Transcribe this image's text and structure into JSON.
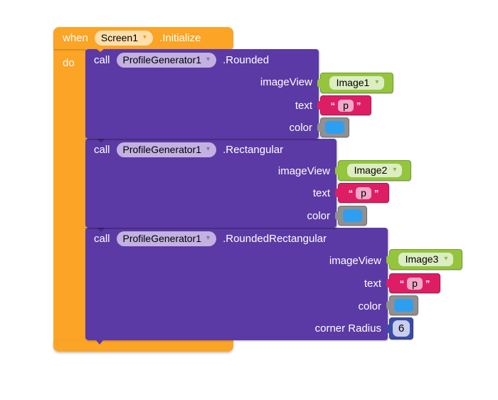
{
  "colors": {
    "event_orange": "#FBA426",
    "call_purple": "#5B3AA5",
    "component_green": "#94C53D",
    "text_magenta": "#DE1E64",
    "color_gray": "#909090",
    "number_blue": "#3A4CA8",
    "swatch_blue": "#2E9FF0",
    "orange_dropdown_bg": "#FEDFAC",
    "purple_dropdown_bg": "#C3B1E1",
    "green_dropdown_bg": "#DCEDC2"
  },
  "event_block": {
    "when_label": "when",
    "screen_dropdown": "Screen1",
    "event_name": ".Initialize",
    "do_label": "do"
  },
  "calls": [
    {
      "call_label": "call",
      "component": "ProfileGenerator1",
      "method": ".Rounded",
      "params": [
        {
          "label": "imageView",
          "type": "component_dropdown",
          "value": "Image1"
        },
        {
          "label": "text",
          "type": "string",
          "open_quote": "“",
          "value": "p",
          "close_quote": "”"
        },
        {
          "label": "color",
          "type": "color_swatch"
        }
      ]
    },
    {
      "call_label": "call",
      "component": "ProfileGenerator1",
      "method": ".Rectangular",
      "params": [
        {
          "label": "imageView",
          "type": "component_dropdown",
          "value": "Image2"
        },
        {
          "label": "text",
          "type": "string",
          "open_quote": "“",
          "value": "p",
          "close_quote": "”"
        },
        {
          "label": "color",
          "type": "color_swatch"
        }
      ]
    },
    {
      "call_label": "call",
      "component": "ProfileGenerator1",
      "method": ".RoundedRectangular",
      "params": [
        {
          "label": "imageView",
          "type": "component_dropdown",
          "value": "Image3"
        },
        {
          "label": "text",
          "type": "string",
          "open_quote": "“",
          "value": "p",
          "close_quote": "”"
        },
        {
          "label": "color",
          "type": "color_swatch"
        },
        {
          "label": "corner Radius",
          "type": "number",
          "value": "6"
        }
      ]
    }
  ]
}
